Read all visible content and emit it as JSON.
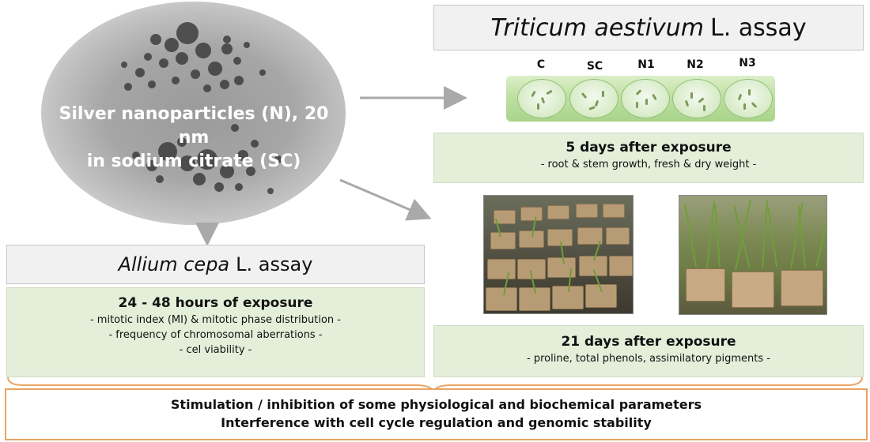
{
  "nanoparticles": {
    "label_line1": "Silver nanoparticles (N), 20 nm",
    "label_line2": "in sodium citrate (SC)"
  },
  "triticum": {
    "title_italic": "Triticum aestivum",
    "title_rest": "L. assay",
    "plate_labels": [
      "C",
      "SC",
      "N1",
      "N2",
      "N3"
    ],
    "box5": {
      "heading": "5 days after exposure",
      "detail": "- root & stem growth, fresh & dry weight -"
    },
    "box21": {
      "heading": "21 days after exposure",
      "detail": "- proline, total phenols, assimilatory pigments -"
    }
  },
  "allium": {
    "title_italic": "Allium cepa",
    "title_rest": "L. assay",
    "box": {
      "heading": "24 - 48 hours of exposure",
      "lines": [
        "- mitotic index (MI) & mitotic phase distribution -",
        "- frequency of chromosomal aberrations -",
        "- cel viability -"
      ]
    }
  },
  "conclusion": {
    "line1": "Stimulation / inhibition of some physiological and biochemical parameters",
    "line2": "Interference with cell cycle regulation and genomic stability"
  },
  "colors": {
    "arrow": "#a9a9a9",
    "brace": "#e8a463",
    "green_box": "#e3efd9",
    "title_box": "#f1f1f1"
  }
}
